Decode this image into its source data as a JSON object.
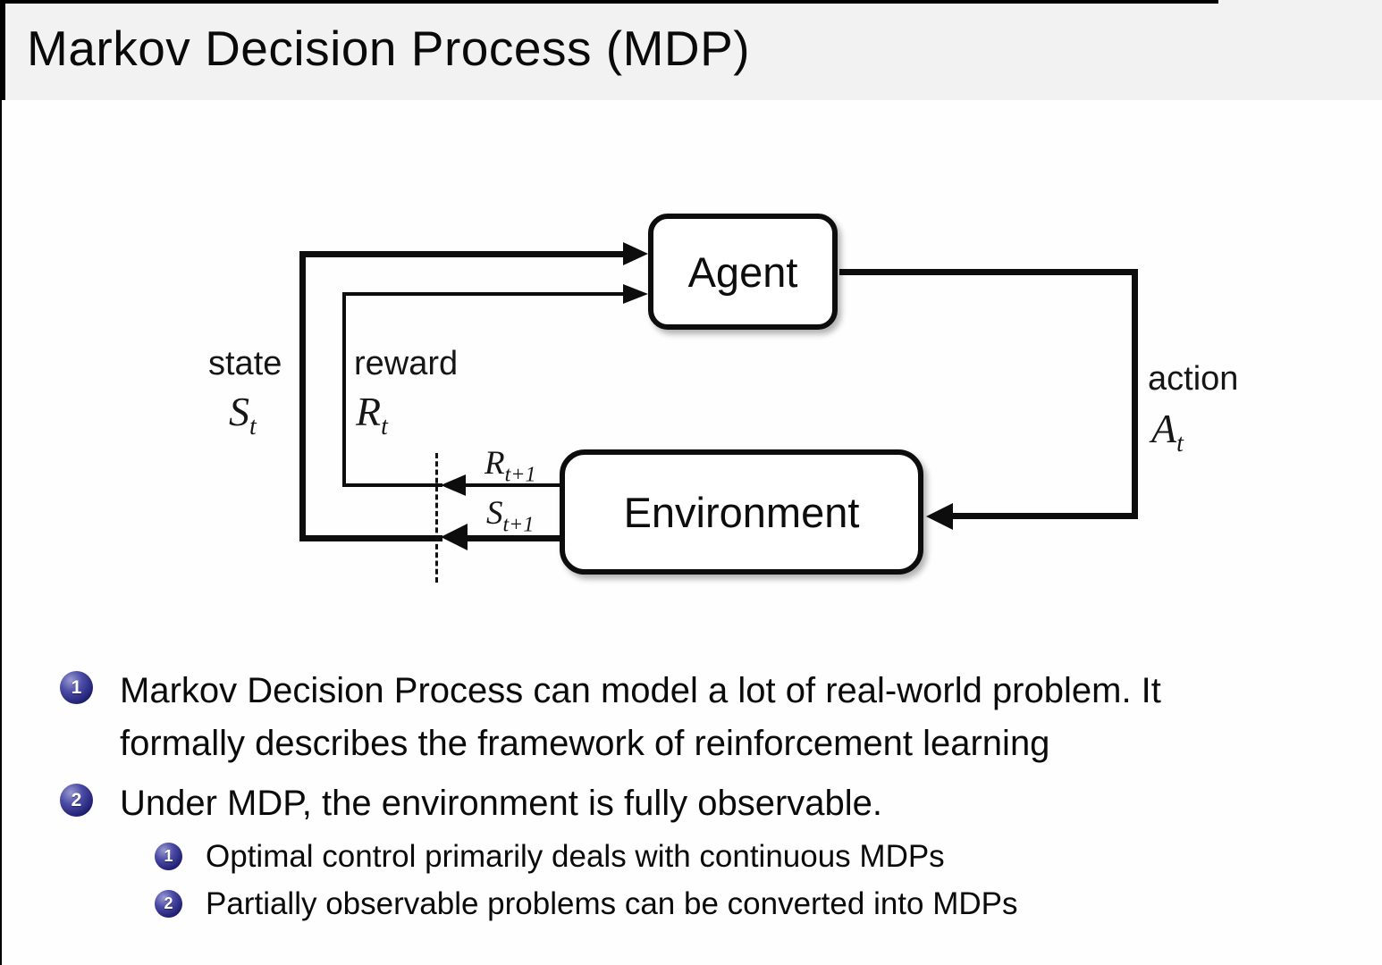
{
  "slide": {
    "title": "Markov Decision Process (MDP)",
    "colors": {
      "title_bg": "#f2f2f2",
      "ball_navy": "#1e1e72",
      "line": "#0d0d0d"
    },
    "diagram": {
      "agent_label": "Agent",
      "environment_label": "Environment",
      "state_word": "state",
      "state_symbol": "S",
      "state_sub": "t",
      "reward_word": "reward",
      "reward_symbol": "R",
      "reward_sub": "t",
      "action_word": "action",
      "action_symbol": "A",
      "action_sub": "t",
      "next_reward_symbol": "R",
      "next_reward_sub": "t+1",
      "next_state_symbol": "S",
      "next_state_sub": "t+1"
    },
    "bullets": [
      {
        "marker": "1",
        "lines": [
          "Markov Decision Process can model a lot of real-world problem. It",
          "formally describes the framework of reinforcement learning"
        ]
      },
      {
        "marker": "2",
        "lines": [
          "Under MDP, the environment is fully observable."
        ],
        "sub": [
          {
            "marker": "1",
            "text": "Optimal control primarily deals with continuous MDPs"
          },
          {
            "marker": "2",
            "text": "Partially observable problems can be converted into MDPs"
          }
        ]
      }
    ]
  }
}
